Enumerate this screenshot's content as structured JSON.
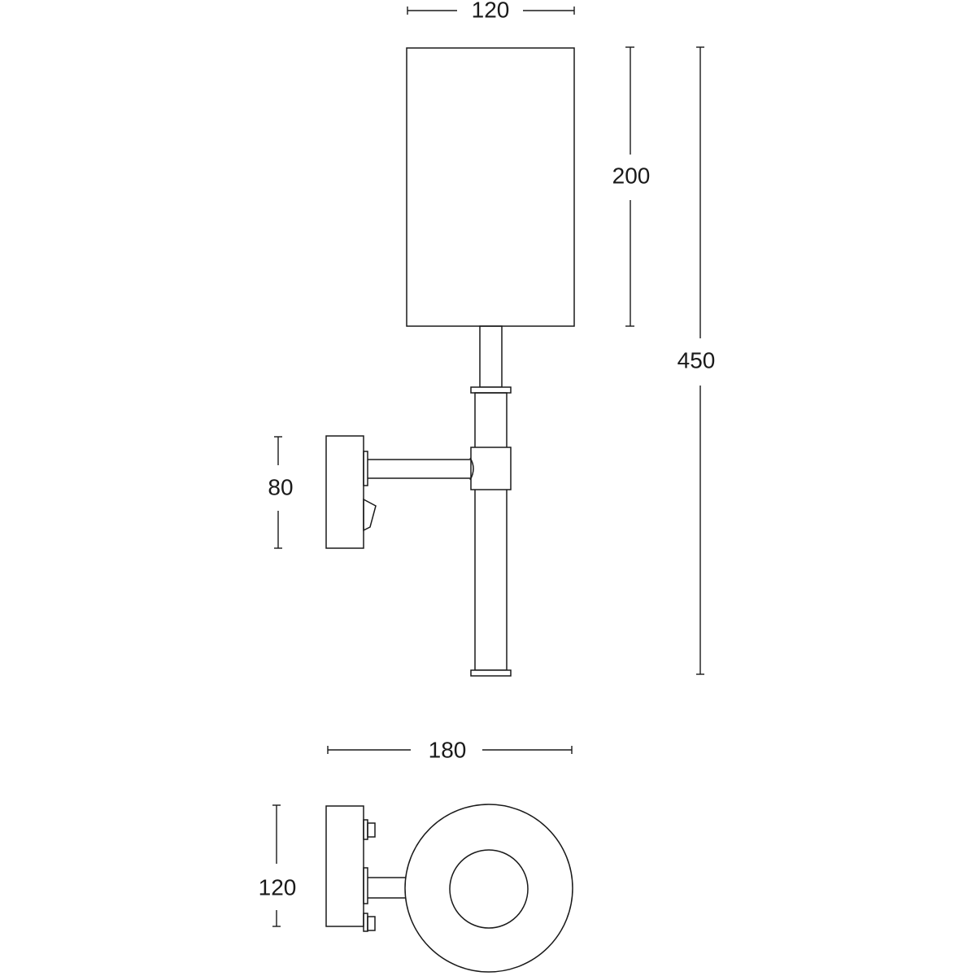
{
  "dimensions": {
    "front_shade_width": "120",
    "shade_height": "200",
    "total_height": "450",
    "backplate_height": "80",
    "projection": "180",
    "backplate_width": "120"
  }
}
